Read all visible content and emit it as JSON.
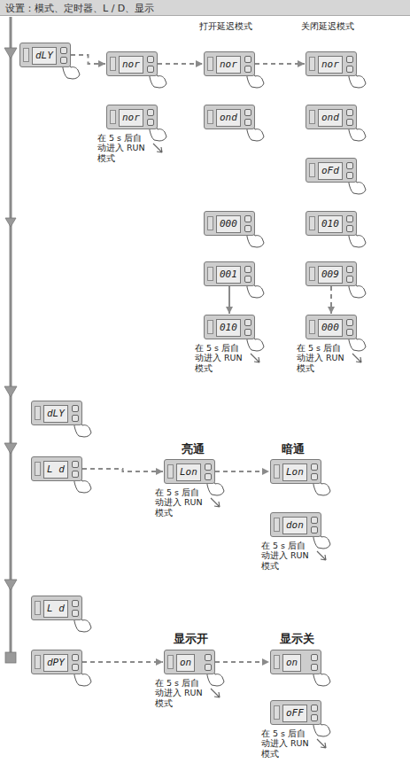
{
  "diagram": {
    "title": "设置：模式、定时器、L / D、显示",
    "nodes": [
      {
        "text": [
          "dLY"
        ]
      },
      {
        "text": [
          "nor"
        ]
      },
      {
        "text": [
          "nor"
        ]
      },
      {
        "text": [
          "nor"
        ]
      },
      {
        "text": [
          "nor"
        ]
      },
      {
        "text": [
          "ond"
        ]
      },
      {
        "text": [
          "ond"
        ]
      },
      {
        "text": [
          "oFd"
        ]
      },
      {
        "text": [
          "000"
        ]
      },
      {
        "text": [
          "010"
        ]
      },
      {
        "text": [
          "001"
        ]
      },
      {
        "text": [
          "009"
        ]
      },
      {
        "text": [
          "010"
        ]
      },
      {
        "text": [
          "000"
        ]
      },
      {
        "text": [
          "dLY"
        ]
      },
      {
        "text": [
          "L d"
        ]
      },
      {
        "text": [
          "Lon"
        ]
      },
      {
        "text": [
          "Lon"
        ]
      },
      {
        "text": [
          "don"
        ]
      },
      {
        "text": [
          "L d"
        ]
      },
      {
        "text": [
          "dPY"
        ]
      },
      {
        "text": [
          "on"
        ]
      },
      {
        "text": [
          "on"
        ]
      },
      {
        "text": [
          "oFF"
        ]
      }
    ],
    "edges": [
      {
        "from": 0,
        "to": 1,
        "arrow": "to"
      },
      {
        "from": 1,
        "to": 2,
        "arrow": "to"
      },
      {
        "from": 2,
        "to": 3,
        "arrow": "to"
      },
      {
        "from": 10,
        "to": 12,
        "arrow": "to"
      },
      {
        "from": 11,
        "to": 13,
        "arrow": "to"
      },
      {
        "from": 15,
        "to": 16,
        "arrow": "to"
      },
      {
        "from": 16,
        "to": 17,
        "arrow": "to"
      },
      {
        "from": 20,
        "to": 21,
        "arrow": "to"
      },
      {
        "from": 21,
        "to": 22,
        "arrow": "to"
      }
    ],
    "labels": [
      "打开延迟模式",
      "关闭延迟模式",
      "在 5 s 后自动进入 RUN 模式",
      "在 5 s 后自动进入 RUN 模式",
      "在 5 s 后自动进入 RUN 模式",
      "亮通",
      "暗通",
      "在 5 s 后自动进入 RUN 模式",
      "在 5 s 后自动进入 RUN 模式",
      "显示开",
      "显示关",
      "在 5 s 后自动进入 RUN 模式",
      "在 5 s 后自动进入 RUN 模式"
    ]
  }
}
